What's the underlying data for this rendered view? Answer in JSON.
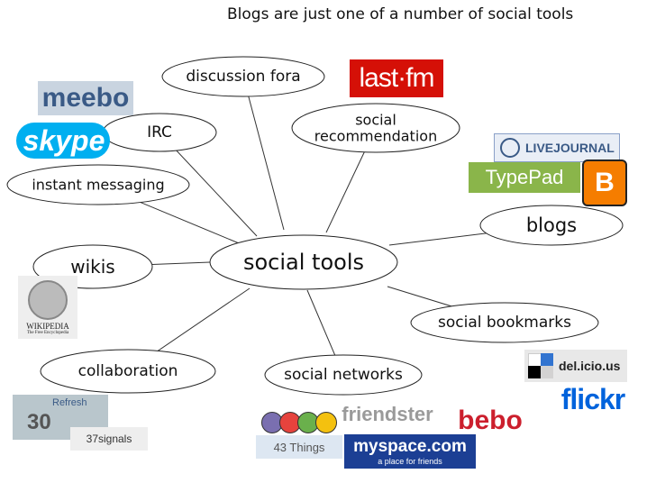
{
  "title": "Blogs are just one of a number of social tools",
  "center": {
    "label": "social tools"
  },
  "nodes": [
    {
      "id": "discussion-fora",
      "label": "discussion fora"
    },
    {
      "id": "irc",
      "label": "IRC"
    },
    {
      "id": "social-recommendation",
      "label": "social recommendation"
    },
    {
      "id": "instant-messaging",
      "label": "instant messaging"
    },
    {
      "id": "blogs",
      "label": "blogs"
    },
    {
      "id": "wikis",
      "label": "wikis"
    },
    {
      "id": "social-bookmarks",
      "label": "social bookmarks"
    },
    {
      "id": "collaboration",
      "label": "collaboration"
    },
    {
      "id": "social-networks",
      "label": "social networks"
    }
  ],
  "logos": [
    {
      "id": "lastfm",
      "text": "last·fm",
      "bg": "#d51007",
      "fg": "#ffffff"
    },
    {
      "id": "meebo",
      "text": "meebo",
      "bg": "#c9d4e0",
      "fg": "#3a5a86"
    },
    {
      "id": "skype",
      "text": "skype",
      "bg": "#ffffff",
      "fg": "#00aff0"
    },
    {
      "id": "livejournal",
      "text": "LIVEJOURNAL",
      "bg": "#8aa0c8",
      "fg": "#ffffff"
    },
    {
      "id": "typepad",
      "text": "TypePad",
      "bg": "#8ab54a",
      "fg": "#ffffff"
    },
    {
      "id": "blogger",
      "text": "B",
      "bg": "#f57d00",
      "fg": "#ffffff"
    },
    {
      "id": "wikipedia",
      "text": "WIKIPEDIA",
      "sub": "The Free Encyclopedia",
      "bg": "#eeeeee",
      "fg": "#222222"
    },
    {
      "id": "delicious",
      "text": "del.icio.us",
      "bg": "#e8e8e8",
      "fg": "#222222"
    },
    {
      "id": "flickr",
      "text": "flickr",
      "bg": "#ffffff",
      "fg": "#0063dc"
    },
    {
      "id": "backpack",
      "text": "Refresh",
      "big": "30",
      "bg": "#b9c6cc",
      "fg": "#3a4a55"
    },
    {
      "id": "37signals",
      "text": "37signals",
      "bg": "#eeeeee",
      "fg": "#333333"
    },
    {
      "id": "friendster",
      "text": "friendster",
      "bg": "#ffffff",
      "fg": "#9a9a9a"
    },
    {
      "id": "bebo",
      "text": "bebo",
      "bg": "#ffffff",
      "fg": "#cc1f2d"
    },
    {
      "id": "43things",
      "text": "43 Things",
      "bg": "#dde7f2",
      "fg": "#555555"
    },
    {
      "id": "myspace",
      "text": "myspace.com",
      "sub": "a place for friends",
      "bg": "#1c3f94",
      "fg": "#ffffff"
    }
  ]
}
